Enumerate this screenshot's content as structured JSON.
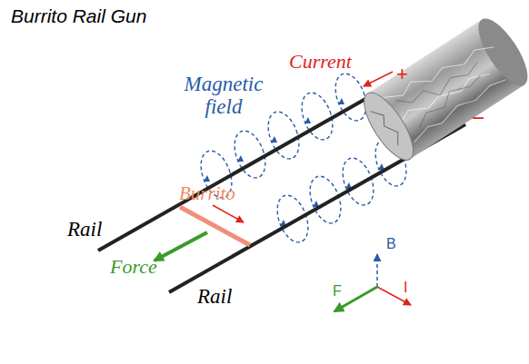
{
  "diagram": {
    "title": "Burrito Rail Gun",
    "labels": [
      "Current",
      "+",
      "−",
      "Magnetic field",
      "Burrito",
      "Rail",
      "Force",
      "Rail",
      "B",
      "F",
      "I"
    ]
  }
}
